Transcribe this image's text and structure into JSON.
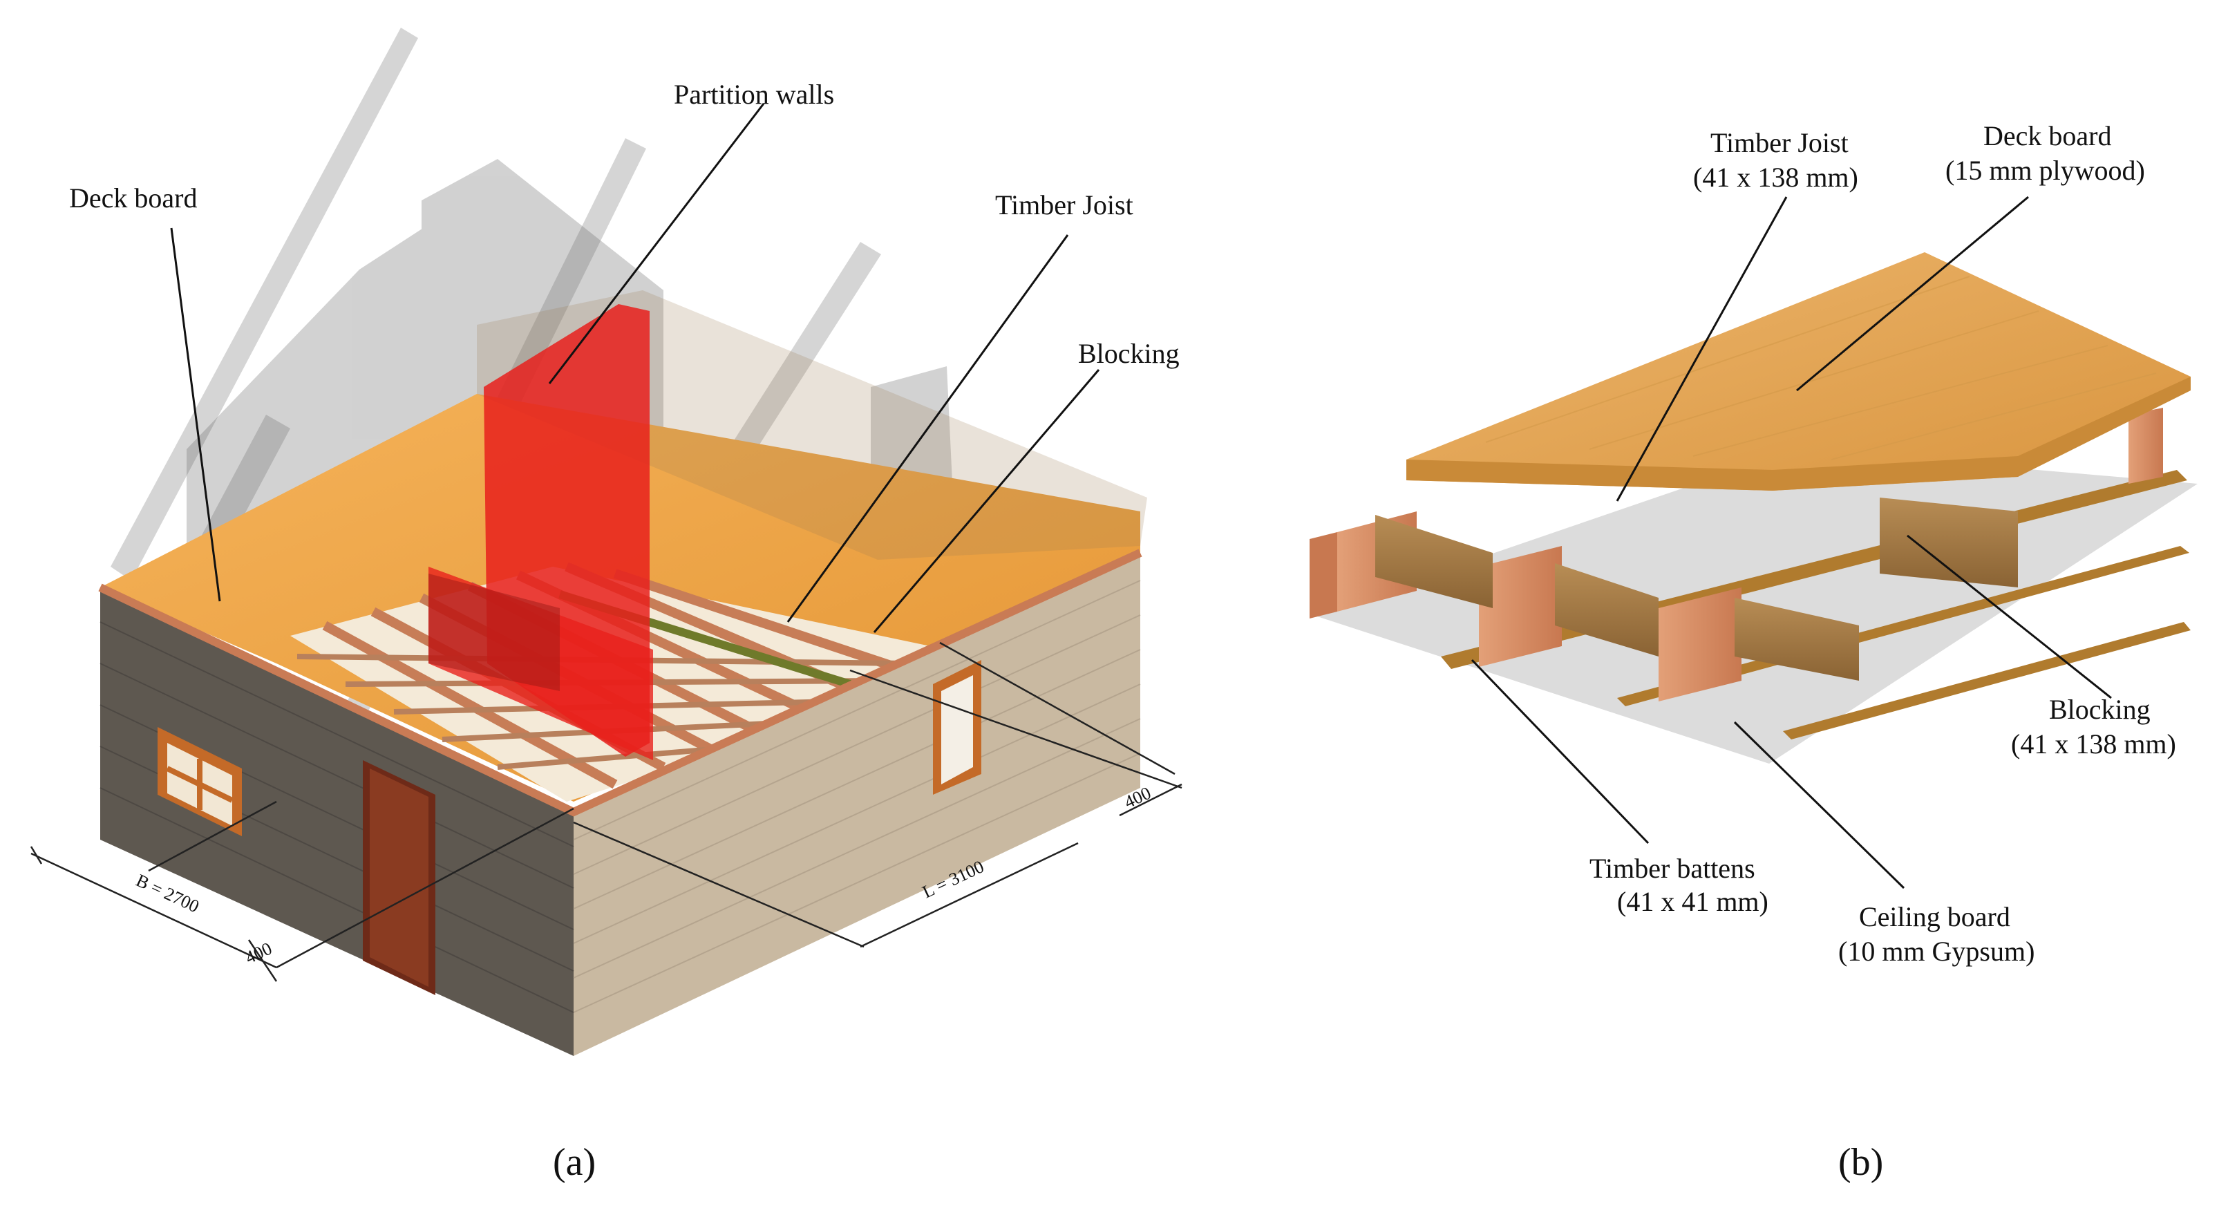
{
  "panel_a": {
    "caption": "(a)",
    "labels": {
      "deck_board": "Deck board",
      "partition_walls": "Partition walls",
      "timber_joist": "Timber Joist",
      "blocking": "Blocking"
    },
    "dimensions": {
      "width": "B = 2700",
      "length": "L = 3100",
      "spacing_front": "400",
      "spacing_right": "400"
    }
  },
  "panel_b": {
    "caption": "(b)",
    "labels": {
      "timber_joist": "Timber Joist",
      "timber_joist_size": "(41 x 138 mm)",
      "deck_board": "Deck board",
      "deck_board_spec": "(15 mm plywood)",
      "blocking": "Blocking",
      "blocking_size": "(41 x 138 mm)",
      "timber_battens": "Timber battens",
      "timber_battens_size": "(41 x 41 mm)",
      "ceiling_board": "Ceiling board",
      "ceiling_board_spec": "(10 mm Gypsum)"
    }
  },
  "colors": {
    "deck": "#f0a640",
    "wall_dark": "#5e5850",
    "wall_light": "#c9b9a1",
    "partition": "#e8201c",
    "joist": "#d28760",
    "roof_glass": "#8a8a8a"
  }
}
